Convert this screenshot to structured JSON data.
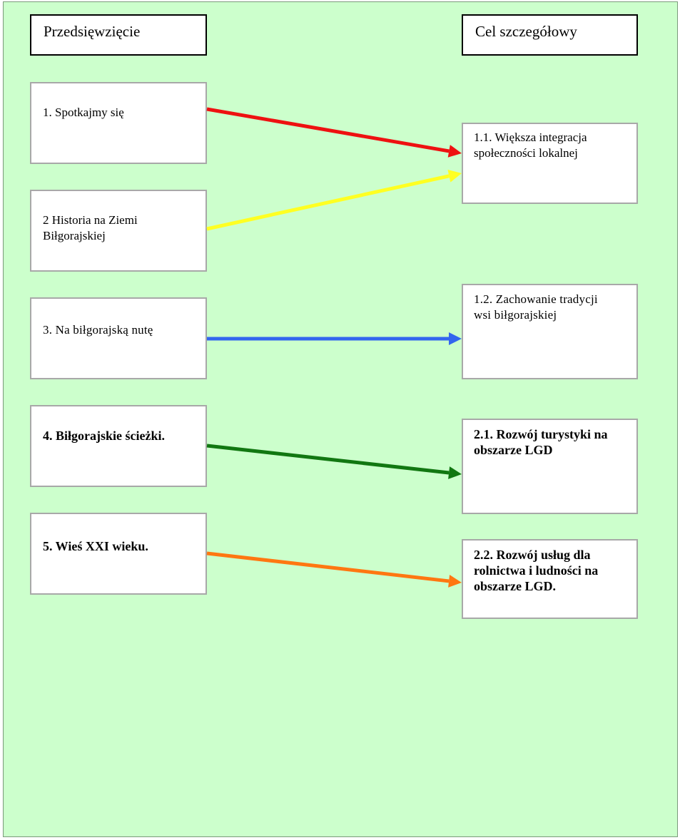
{
  "headers": {
    "left": "Przedsięwzięcie",
    "right": "Cel szczegółowy"
  },
  "projects": [
    {
      "label": "1. Spotkajmy się"
    },
    {
      "label": "2 Historia na Ziemi\nBiłgorajskiej"
    },
    {
      "label": "3. Na biłgorajską nutę"
    },
    {
      "label": "4. Biłgorajskie ścieżki."
    },
    {
      "label": "5. Wieś XXI wieku."
    }
  ],
  "goals": [
    {
      "label": "1.1. Większa integracja\nspołeczności lokalnej"
    },
    {
      "label": "1.2. Zachowanie tradycji\nwsi biłgorajskiej"
    },
    {
      "label": "2.1. Rozwój turystyki na\nobszarze LGD"
    },
    {
      "label": "2.2. Rozwój usług dla\nrolnictwa i ludności na\nobszarze LGD."
    }
  ],
  "arrows": [
    {
      "from": "1. Spotkajmy się",
      "to": "1.1. Większa integracja społeczności lokalnej",
      "color": "#ee1111"
    },
    {
      "from": "2 Historia na Ziemi Biłgorajskiej",
      "to": "1.1. Większa integracja społeczności lokalnej",
      "color": "#ffff22"
    },
    {
      "from": "3. Na biłgorajską nutę",
      "to": "1.2. Zachowanie tradycji wsi biłgorajskiej",
      "color": "#3366ee"
    },
    {
      "from": "4. Biłgorajskie ścieżki.",
      "to": "2.1. Rozwój turystyki na obszarze LGD",
      "color": "#117711"
    },
    {
      "from": "5. Wieś XXI wieku.",
      "to": "2.2. Rozwój usług dla rolnictwa i ludności na obszarze LGD.",
      "color": "#ff7711"
    }
  ]
}
